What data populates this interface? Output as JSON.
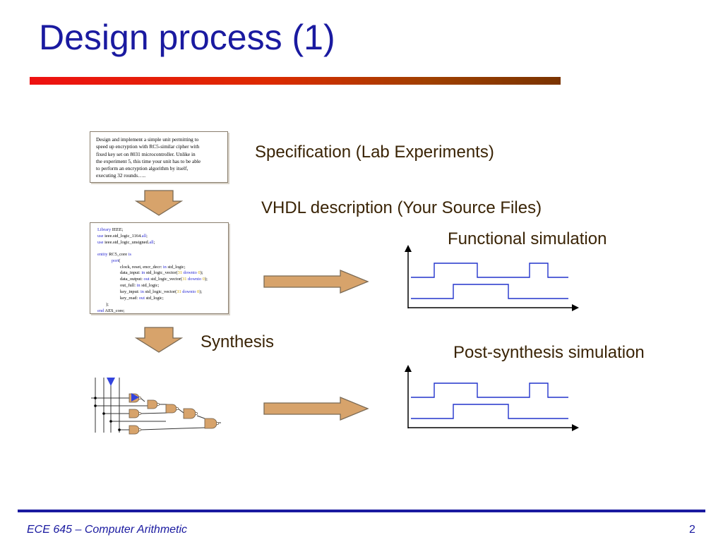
{
  "slide": {
    "title": "Design process (1)",
    "steps": {
      "specification": "Specification (Lab Experiments)",
      "vhdl": "VHDL description (Your Source Files)",
      "functional_sim": "Functional simulation",
      "synthesis": "Synthesis",
      "post_synthesis_sim": "Post-synthesis simulation"
    },
    "spec_box_lines": [
      "Design and implement a simple unit permitting to",
      "speed up encryption with RC5-similar cipher with",
      "fixed key set on 8031 microcontroller. Unlike in",
      "the experiment 5, this time your unit has to be able",
      "to perform an encryption algorithm by itself,",
      "executing 32 rounds….."
    ],
    "vhdl_code": {
      "library_kw": "Library",
      "library_name": " IEEE;",
      "use_kw": "use",
      "use1": " ieee.std_logic_1164.",
      "use2": " ieee.std_logic_unsigned.",
      "all_kw": "all",
      "semicolon": ";",
      "entity_kw": "entity",
      "entity_name": " RC5_core ",
      "is_kw": "is",
      "port_kw": "port",
      "paren_open": "(",
      "signals_line": "clock, reset, encr_decr: ",
      "in_kw": "in",
      "out_kw": "out",
      "std_logic_semi": " std_logic;",
      "data_input": "data_input: ",
      "data_output": "data_output: ",
      "std_logic_vector": " std_logic_vector(",
      "n31": "31",
      "downto_kw": "downto",
      "n0": "0",
      "close_semi": ");",
      "out_full": "out_full: ",
      "key_input": "key_input: ",
      "key_read": "key_read: ",
      "end_paren": ");",
      "end_kw": "end",
      "end_name": " AES_core;"
    }
  },
  "footer": {
    "course": "ECE 645 – Computer Arithmetic",
    "page": "2"
  }
}
